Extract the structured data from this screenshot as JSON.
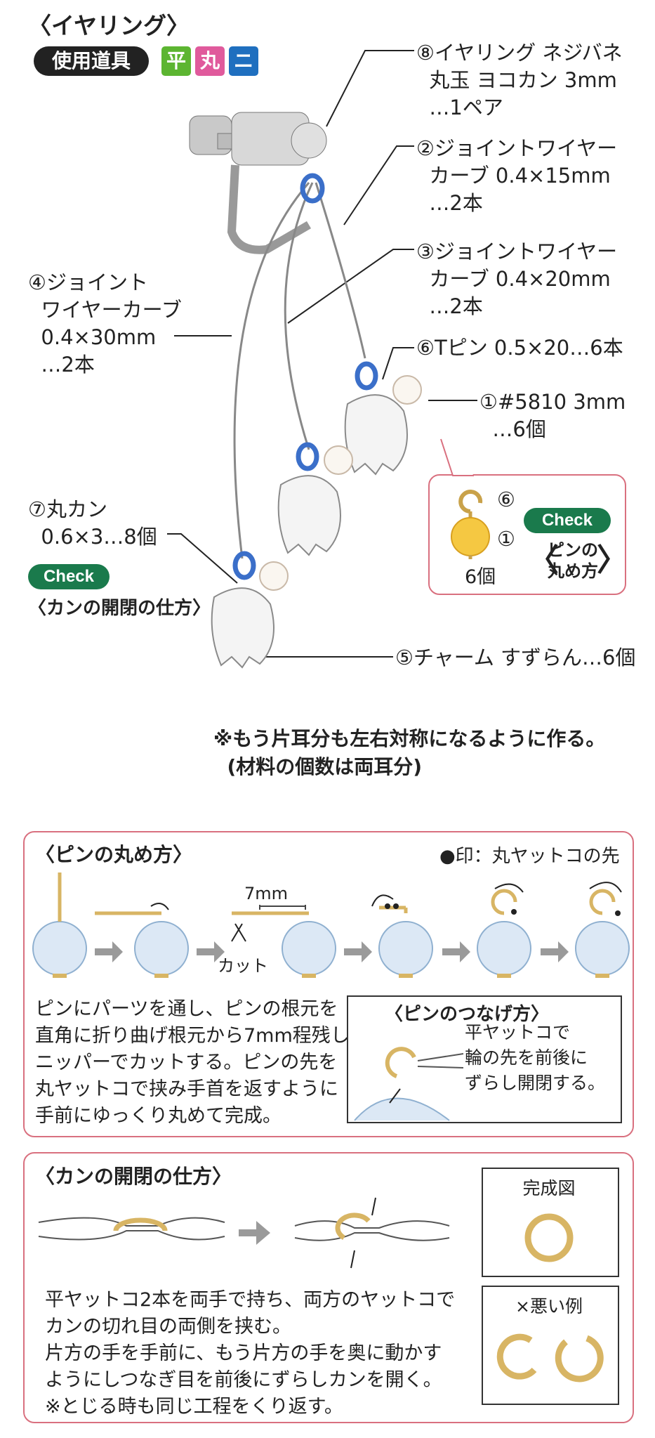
{
  "header": {
    "title": "〈イヤリング〉",
    "tools_label": "使用道具",
    "tool_tags": [
      {
        "label": "平",
        "color": "#5cb531"
      },
      {
        "label": "丸",
        "color": "#e05a9c"
      },
      {
        "label": "ニ",
        "color": "#1f6fbf"
      }
    ]
  },
  "parts": {
    "p8": "⑧イヤリング ネジバネ\n  丸玉 ヨコカン 3mm\n  …1ペア",
    "p2": "②ジョイントワイヤー\n  カーブ 0.4×15mm\n  …2本",
    "p3": "③ジョイントワイヤー\n  カーブ 0.4×20mm\n  …2本",
    "p4": "④ジョイント\n  ワイヤーカーブ\n  0.4×30mm\n  …2本",
    "p6": "⑥Tピン 0.5×20…6本",
    "p1": "①#5810 3mm\n  …6個",
    "p7": "⑦丸カン\n  0.6×3…8個",
    "p5": "⑤チャーム すずらん…6個"
  },
  "check_label": "Check",
  "kan_link": "〈カンの開閉の仕方〉",
  "callout": {
    "label6": "⑥",
    "label1": "①",
    "count": "6個",
    "check": "Check",
    "link_line1": "ピンの",
    "link_line2": "丸め方"
  },
  "note": "※もう片耳分も左右対称になるように作る。\n  (材料の個数は両耳分)",
  "pin_section": {
    "title": "〈ピンの丸め方〉",
    "legend": "●印：丸ヤットコの先",
    "measure": "7mm",
    "cut_label": "カット",
    "body": "ピンにパーツを通し、ピンの根元を\n直角に折り曲げ根元から7mm程残し\nニッパーでカットする。ピンの先を\n丸ヤットコで挟み手首を返すように\n手前にゆっくり丸めて完成。",
    "connect_title": "〈ピンのつなげ方〉",
    "connect_body": "平ヤットコで\n輪の先を前後に\nずらし開閉する。"
  },
  "kan_section": {
    "title": "〈カンの開閉の仕方〉",
    "body": "平ヤットコ2本を両手で持ち、両方のヤットコで\nカンの切れ目の両側を挟む。\n片方の手を手前に、もう片方の手を奥に動かす\nようにしつなぎ目を前後にずらしカンを開く。\n※とじる時も同じ工程をくり返す。",
    "complete_label": "完成図",
    "bad_label": "×悪い例"
  },
  "colors": {
    "accent_pink": "#d9707f",
    "check_green": "#1a7a4c",
    "gold": "#d8b564",
    "arrow_gray": "#9a9a9a"
  }
}
